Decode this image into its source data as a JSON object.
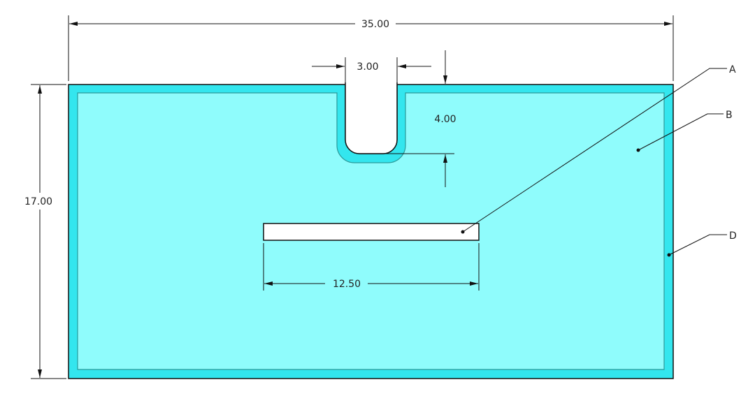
{
  "colors": {
    "outer_band": "#33e6ee",
    "inner_face": "#8ffcfc",
    "slot": "#ffffff",
    "line": "#111111"
  },
  "dimensions": {
    "overall_width": "35.00",
    "overall_height": "17.00",
    "notch_width": "3.00",
    "notch_depth": "4.00",
    "slot_length": "12.50"
  },
  "callouts": {
    "a": "A",
    "b": "B",
    "d": "D"
  }
}
